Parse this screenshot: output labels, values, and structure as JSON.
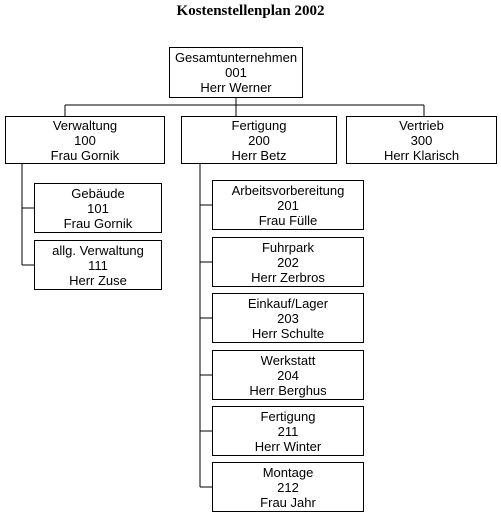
{
  "title": "Kostenstellenplan 2002",
  "root": {
    "name": "Gesamtunternehmen",
    "code": "001",
    "person": "Herr Werner"
  },
  "divisions": [
    {
      "name": "Verwaltung",
      "code": "100",
      "person": "Frau Gornik"
    },
    {
      "name": "Fertigung",
      "code": "200",
      "person": "Herr Betz"
    },
    {
      "name": "Vertrieb",
      "code": "300",
      "person": "Herr Klarisch"
    }
  ],
  "verwaltung_units": [
    {
      "name": "Gebäude",
      "code": "101",
      "person": "Frau Gornik"
    },
    {
      "name": "allg. Verwaltung",
      "code": "111",
      "person": "Herr Zuse"
    }
  ],
  "fertigung_units": [
    {
      "name": "Arbeitsvorbereitung",
      "code": "201",
      "person": "Frau Fülle"
    },
    {
      "name": "Fuhrpark",
      "code": "202",
      "person": "Herr Zerbros"
    },
    {
      "name": "Einkauf/Lager",
      "code": "203",
      "person": "Herr Schulte"
    },
    {
      "name": "Werkstatt",
      "code": "204",
      "person": "Herr Berghus"
    },
    {
      "name": "Fertigung",
      "code": "211",
      "person": "Herr Winter"
    },
    {
      "name": "Montage",
      "code": "212",
      "person": "Frau Jahr"
    }
  ]
}
